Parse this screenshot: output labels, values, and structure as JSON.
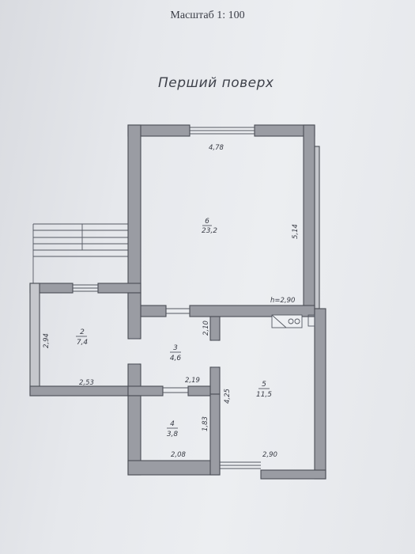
{
  "header": {
    "scale": "Масштаб 1: 100",
    "floor_title": "Перший поверх"
  },
  "rooms": [
    {
      "number": "6",
      "area": "23,2"
    },
    {
      "number": "2",
      "area": "7,4"
    },
    {
      "number": "3",
      "area": "4,6"
    },
    {
      "number": "4",
      "area": "3,8"
    },
    {
      "number": "5",
      "area": "11,5"
    }
  ],
  "dimensions": {
    "room6_width": "4,78",
    "room6_length": "5,14",
    "ceiling_height": "h=2,90",
    "room2_height": "2,94",
    "room2_width": "2,53",
    "corridor_dim": "2,10",
    "room3_width": "2,19",
    "room4_height": "1,83",
    "room4_width": "2,08",
    "room5_height": "4,25",
    "room5_width": "2,90"
  }
}
